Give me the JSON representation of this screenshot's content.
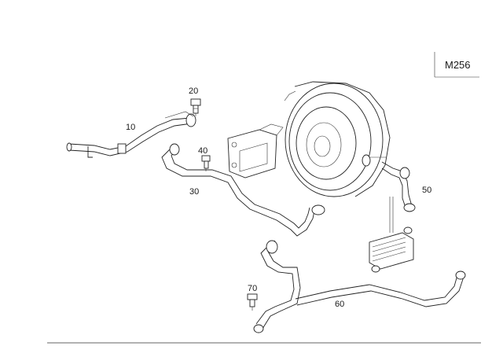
{
  "model_code": "M256",
  "parts": [
    {
      "id": "p10",
      "number": "10"
    },
    {
      "id": "p20",
      "number": "20"
    },
    {
      "id": "p30",
      "number": "30"
    },
    {
      "id": "p40",
      "number": "40"
    },
    {
      "id": "p50",
      "number": "50"
    },
    {
      "id": "p60",
      "number": "60"
    },
    {
      "id": "p70",
      "number": "70"
    }
  ]
}
